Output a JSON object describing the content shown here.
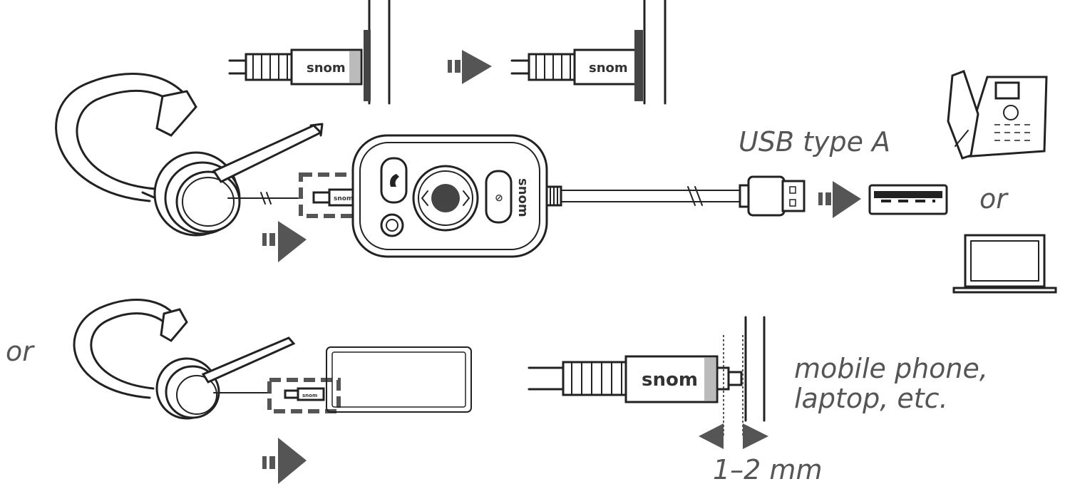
{
  "labels": {
    "usb_type_a": "USB type A",
    "or_right": "or",
    "or_left": "or",
    "mobile_line1": "mobile phone,",
    "mobile_line2": "laptop, etc.",
    "gap": "1–2 mm"
  },
  "brand": "snom",
  "icons": [
    "headset-icon",
    "control-unit-icon",
    "usb-plug-icon",
    "usb-port-icon",
    "desk-phone-icon",
    "laptop-icon",
    "mobile-device-icon",
    "jack-connector-icon",
    "arrow-icon"
  ],
  "colors": {
    "arrow": "#555555",
    "stroke": "#222222",
    "label": "#555555"
  }
}
